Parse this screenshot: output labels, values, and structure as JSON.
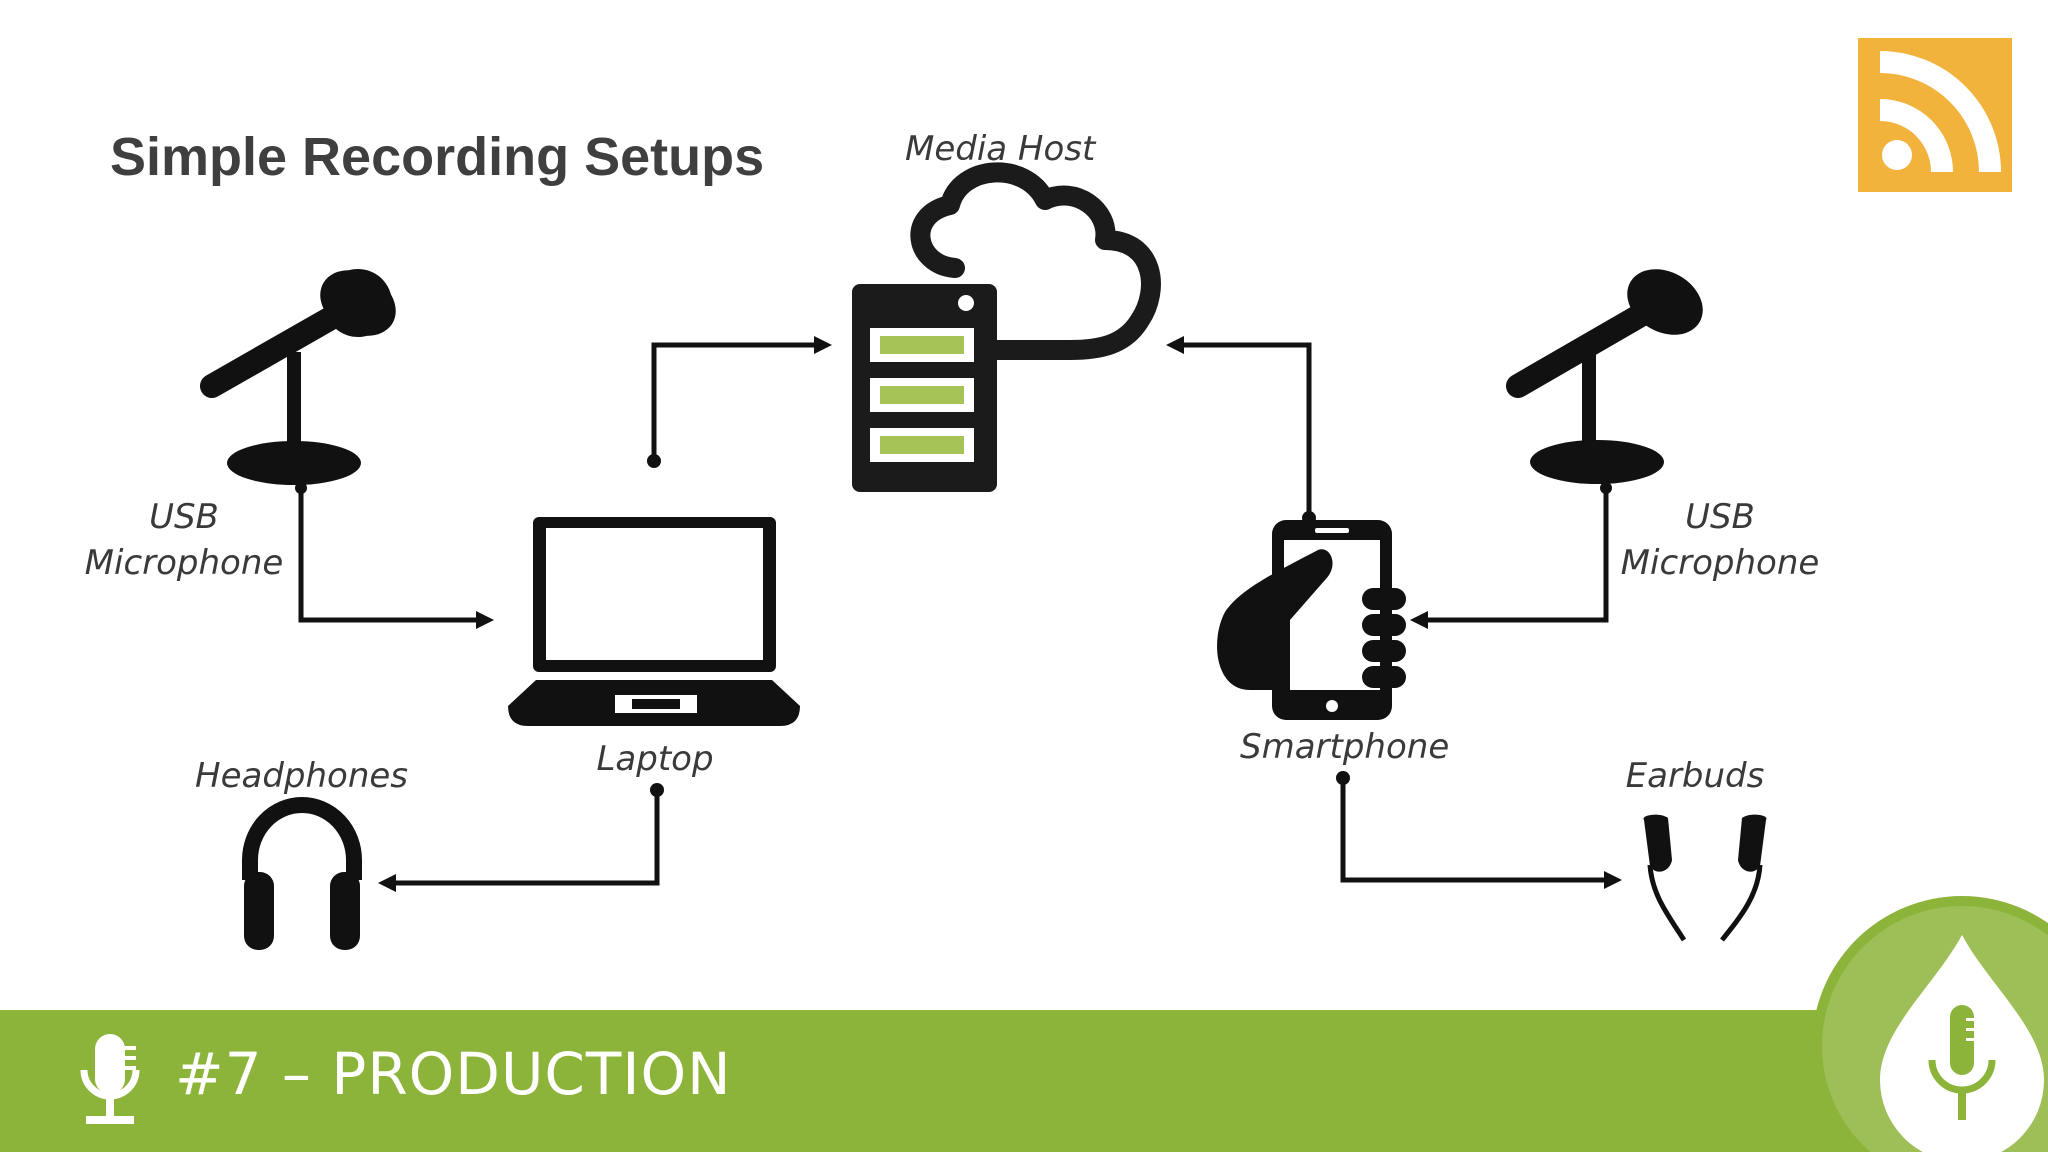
{
  "slide": {
    "title": "Simple Recording Setups",
    "footer_label": "#7 – PRODUCTION"
  },
  "labels": {
    "media_host": "Media Host",
    "usb_mic_left_line1": "USB",
    "usb_mic_left_line2": "Microphone",
    "usb_mic_right_line1": "USB",
    "usb_mic_right_line2": "Microphone",
    "laptop": "Laptop",
    "smartphone": "Smartphone",
    "headphones": "Headphones",
    "earbuds": "Earbuds"
  },
  "icons": {
    "rss": "rss-icon",
    "server": "server-icon",
    "cloud": "cloud-icon",
    "microphone": "microphone-icon",
    "laptop": "laptop-icon",
    "smartphone": "smartphone-in-hand-icon",
    "headphones": "headphones-icon",
    "earbuds": "earbuds-icon",
    "podcast_mic": "podcast-mic-icon",
    "drop_logo": "drop-logo-icon"
  },
  "colors": {
    "footer_green": "#8db43a",
    "rss_orange": "#f2b33d",
    "server_slot_green": "#a6c356",
    "title_gray": "#3f3f3f",
    "icon_black": "#111111"
  }
}
